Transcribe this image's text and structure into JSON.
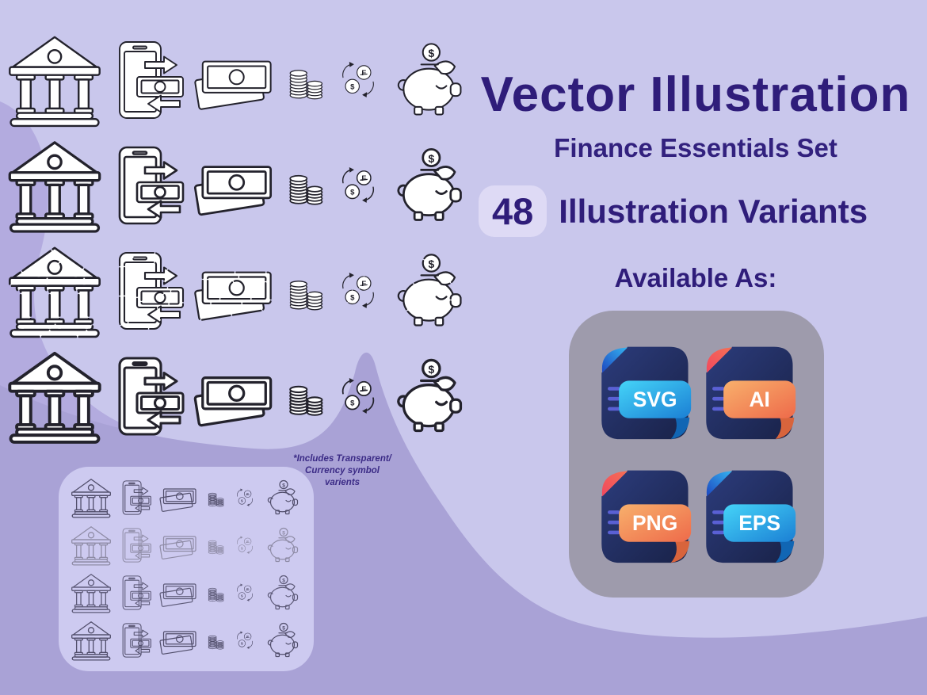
{
  "page": {
    "background_color": "#c9c7ec",
    "blob_light_color": "#b3abdf",
    "blob_dark_color": "#a9a2d6"
  },
  "header": {
    "title": "Vector Illustration",
    "subtitle": "Finance Essentials Set",
    "variant_count": "48",
    "variant_label": "Illustration Variants",
    "text_color": "#2f1d7a",
    "count_badge_color": "#dedaf5"
  },
  "availability": {
    "heading": "Available As:",
    "panel_color": "#9e9bac",
    "formats": [
      {
        "label": "SVG",
        "scheme": "blue"
      },
      {
        "label": "AI",
        "scheme": "orange"
      },
      {
        "label": "PNG",
        "scheme": "orange"
      },
      {
        "label": "EPS",
        "scheme": "blue"
      }
    ],
    "accent_colors": {
      "doc_navy": "#1f2b54",
      "fold_blue": "#2456c8",
      "fold_red": "#f24860",
      "label_blue": "#2fa8ec",
      "label_orange": "#f4854f"
    }
  },
  "icon_set": {
    "style_rows": 4,
    "icons": [
      {
        "id": "bank",
        "name": "bank-building-icon"
      },
      {
        "id": "phone",
        "name": "mobile-money-transfer-icon"
      },
      {
        "id": "notes",
        "name": "banknotes-icon"
      },
      {
        "id": "coins",
        "name": "coin-stacks-icon"
      },
      {
        "id": "exchange",
        "name": "currency-exchange-icon"
      },
      {
        "id": "piggy",
        "name": "piggy-bank-icon"
      }
    ],
    "currency_symbols": [
      "$",
      "F"
    ]
  },
  "mini_panel": {
    "style_rows": 4,
    "note_lines": [
      "*Includes Transparent/",
      "Currency symbol",
      "varients"
    ]
  }
}
